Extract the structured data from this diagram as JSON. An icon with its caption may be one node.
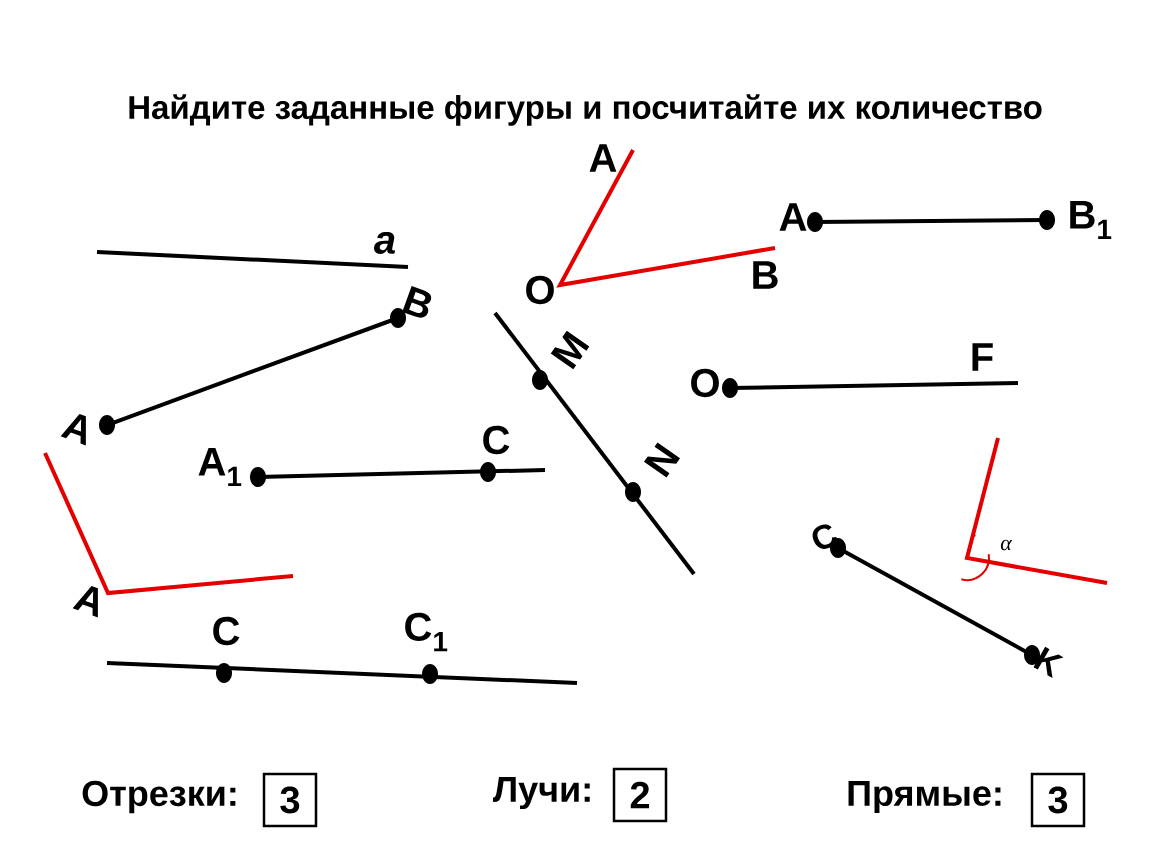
{
  "diagram": {
    "title": "Найдите заданные фигуры и посчитайте их количество",
    "nodes": [
      {
        "text": [
          "3"
        ],
        "beside": [
          "Отрезки:"
        ]
      },
      {
        "text": [
          "2"
        ],
        "beside": [
          "Лучи:"
        ]
      },
      {
        "text": [
          "3"
        ],
        "beside": [
          "Прямые:"
        ]
      }
    ],
    "labels": [
      "A",
      "a",
      "A",
      "B$_{1}$",
      "O",
      "B",
      "B",
      "M",
      "O",
      "F",
      "A",
      "C",
      "A$_{1}$",
      "N",
      "C",
      "α",
      "A",
      "C",
      "C$_{1}$",
      "K"
    ]
  }
}
